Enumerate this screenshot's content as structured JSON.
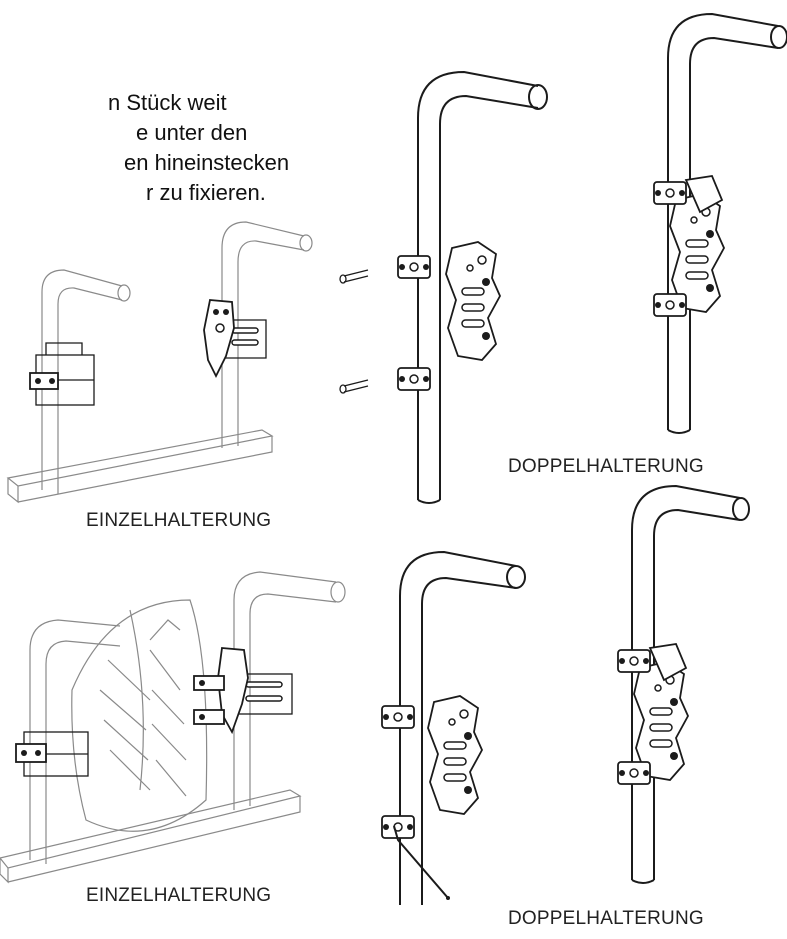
{
  "instruction_lines": [
    "n Stück weit",
    "e unter den",
    "en hineinstecken",
    "r zu fixieren."
  ],
  "labels": {
    "top_left": "EINZELHALTERUNG",
    "top_right": "DOPPELHALTERUNG",
    "bottom_left": "EINZELHALTERUNG",
    "bottom_right": "DOPPELHALTERUNG"
  }
}
